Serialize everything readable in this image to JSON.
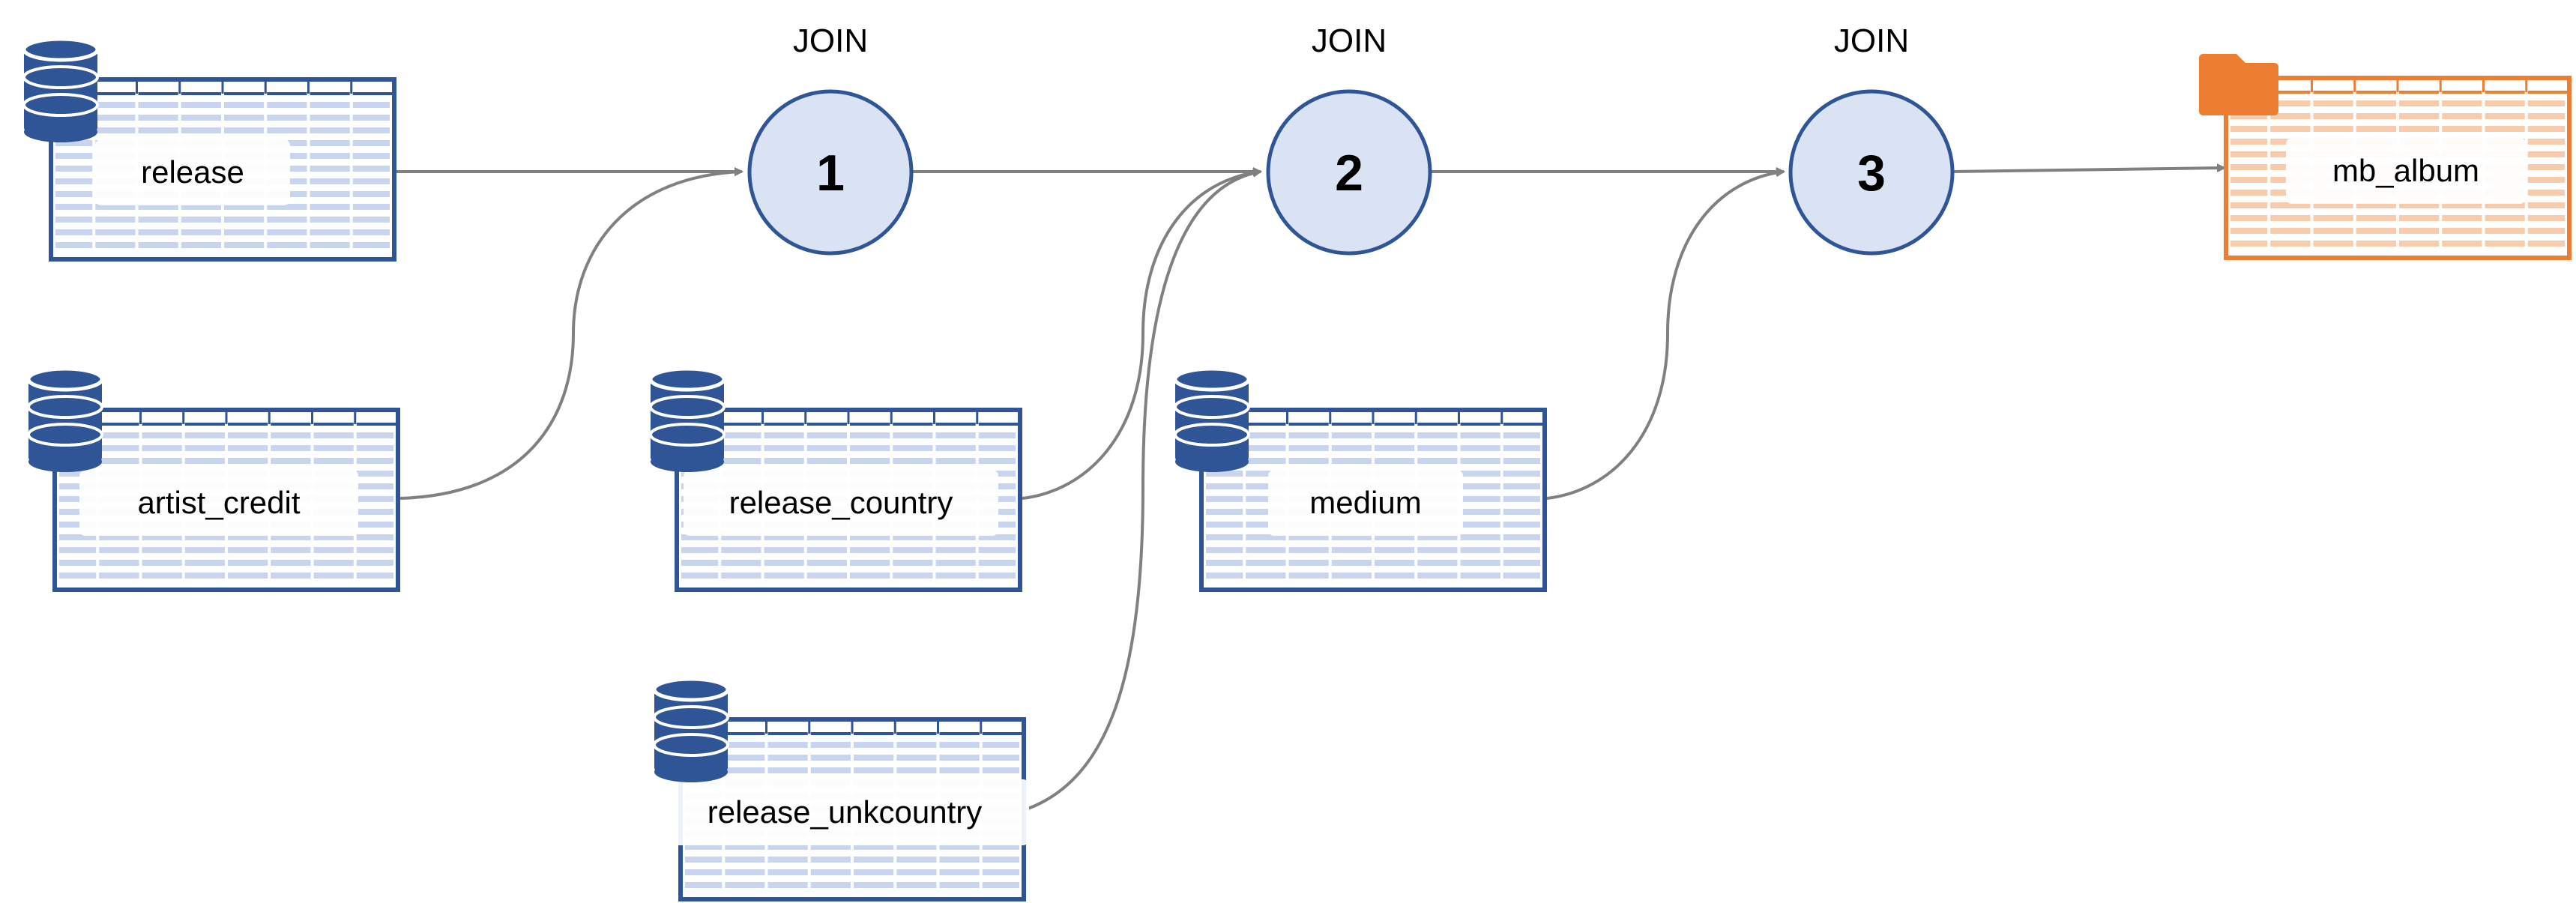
{
  "diagram": {
    "join_label": "JOIN",
    "steps": [
      "1",
      "2",
      "3"
    ],
    "sources": {
      "release": "release",
      "artist_credit": "artist_credit",
      "release_country": "release_country",
      "medium": "medium",
      "release_unkcountry": "release_unkcountry"
    },
    "output": "mb_album",
    "icons": {
      "source": "database-icon",
      "output": "folder-icon"
    },
    "colors": {
      "source_border": "#2f5597",
      "source_fill": "#dae3f3",
      "source_stripe": "#c9d5ee",
      "join_fill": "#dae3f3",
      "join_border": "#2f5597",
      "output_border": "#ed7d31",
      "output_stripe": "#f8cbad",
      "edge": "#808080"
    }
  }
}
